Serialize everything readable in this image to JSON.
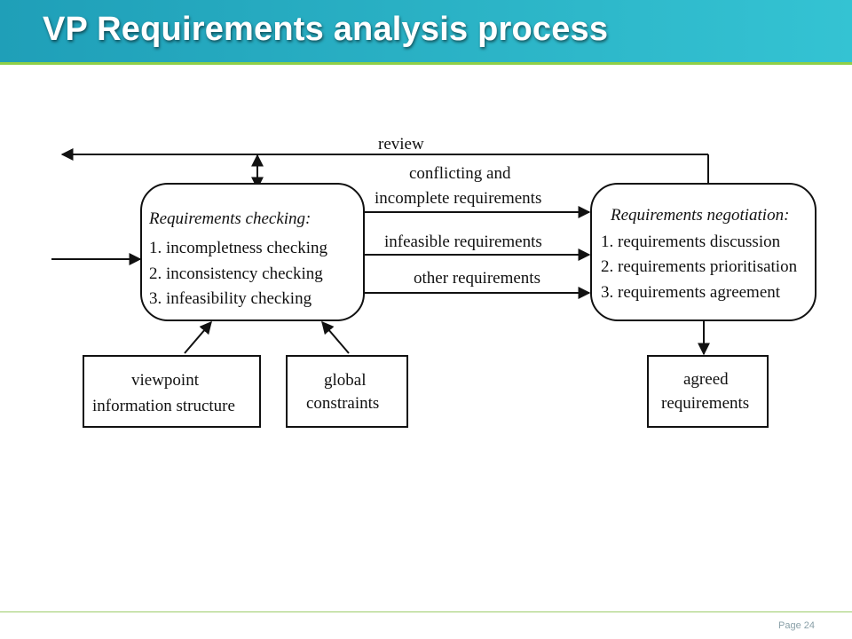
{
  "slide": {
    "title": "VP Requirements analysis process",
    "page_label": "Page 24"
  },
  "diagram": {
    "review_label": "review",
    "checking": {
      "heading": "Requirements checking:",
      "items": [
        "1. incompletness checking",
        "2. inconsistency checking",
        "3. infeasibility checking"
      ]
    },
    "negotiation": {
      "heading": "Requirements negotiation:",
      "items": [
        "1. requirements discussion",
        "2. requirements prioritisation",
        "3. requirements agreement"
      ]
    },
    "flows": {
      "conflicting_line1": "conflicting and",
      "conflicting_line2": "incomplete requirements",
      "infeasible": "infeasible requirements",
      "other": "other requirements"
    },
    "inputs": {
      "viewpoint_line1": "viewpoint",
      "viewpoint_line2": "information structure",
      "global_line1": "global",
      "global_line2": "constraints"
    },
    "output": {
      "agreed_line1": "agreed",
      "agreed_line2": "requirements"
    }
  },
  "colors": {
    "header_start": "#1f9fb8",
    "header_end": "#34c3d3",
    "header_underline": "#8fcf47",
    "diagram_ink": "#111111"
  }
}
